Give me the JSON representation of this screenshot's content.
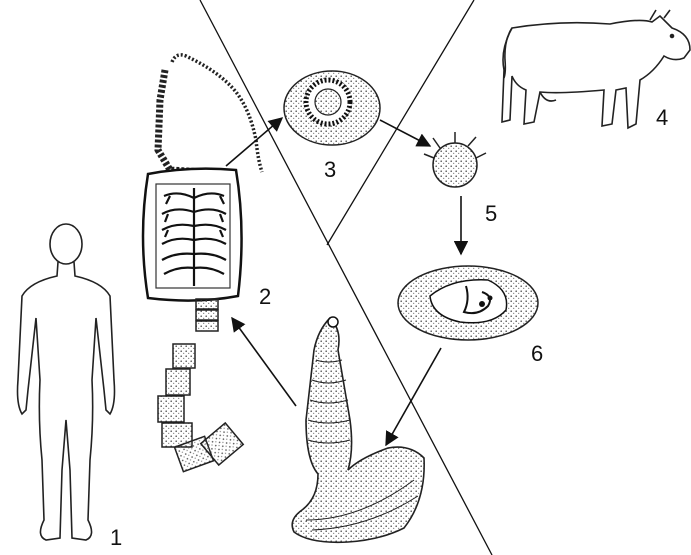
{
  "labels": {
    "human": "1",
    "proglottid_mature": "2",
    "egg": "3",
    "cattle": "4",
    "oncosphere": "5",
    "cysticercus": "6"
  },
  "colors": {
    "ink": "#111111",
    "stipple": "#d9d9d9",
    "background": "#ffffff"
  },
  "icons": {
    "human": "human-silhouette-icon",
    "cattle": "cow-icon"
  }
}
